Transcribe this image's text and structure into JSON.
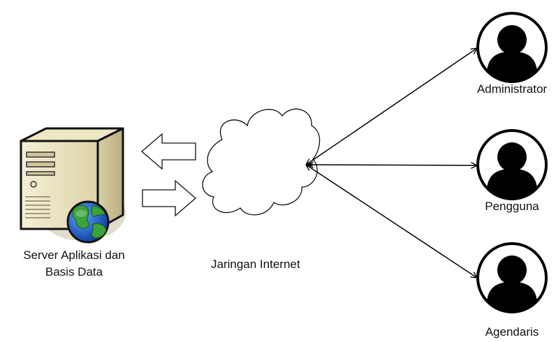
{
  "server": {
    "label_line1": "Server Aplikasi dan",
    "label_line2": "Basis Data"
  },
  "network": {
    "label": "Jaringan Internet"
  },
  "actors": [
    {
      "label": "Administrator"
    },
    {
      "label": "Pengguna"
    },
    {
      "label": "Agendaris"
    }
  ],
  "colors": {
    "line": "#000000",
    "actor_fill": "#000000",
    "server_body": "#e8dfb8",
    "server_shadow": "#d9d3bd",
    "globe_ocean": "#1f5fc0",
    "globe_land": "#3aa33a"
  },
  "icons": {
    "server": "server-icon",
    "globe": "globe-icon",
    "cloud": "cloud-icon",
    "user": "user-icon"
  }
}
